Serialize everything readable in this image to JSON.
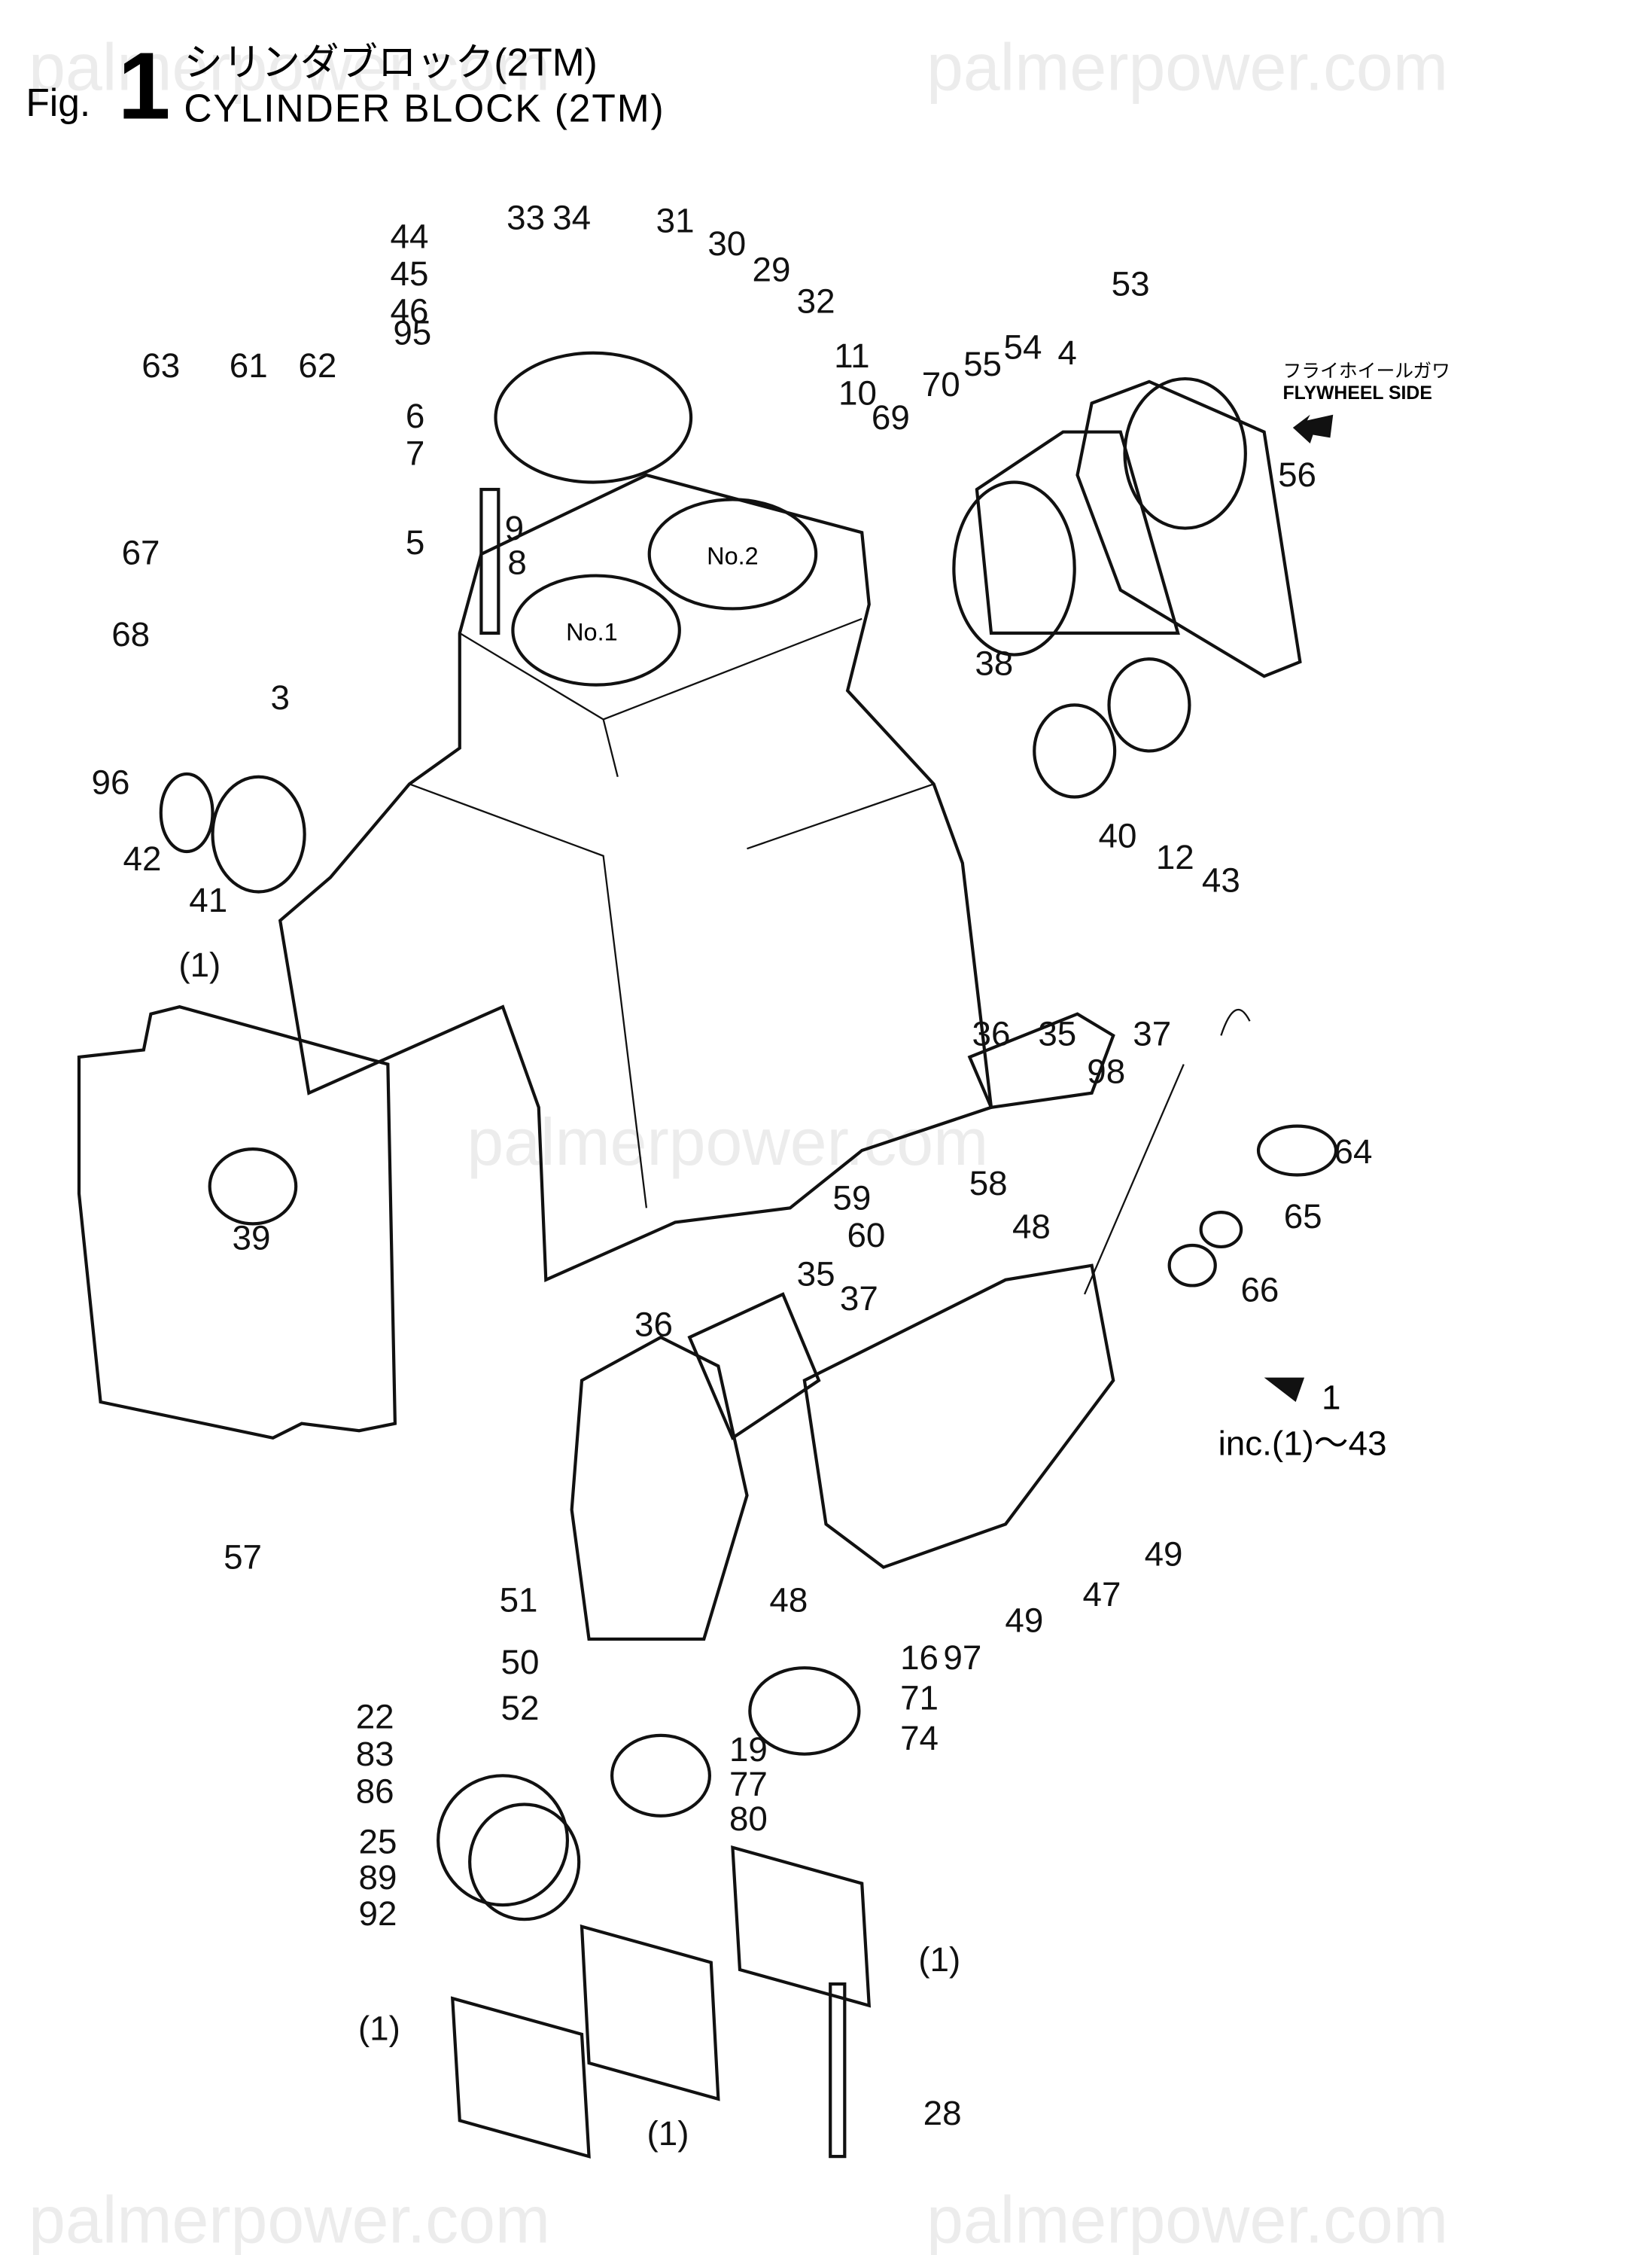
{
  "header": {
    "fig_prefix": "Fig.",
    "fig_number": "1",
    "title_jp": "シリンダブロック(2TM)",
    "title_en": "CYLINDER BLOCK (2TM)"
  },
  "watermark": "palmerpower.com",
  "flywheel_note": {
    "jp": "フライホイールガワ",
    "en": "FLYWHEEL SIDE",
    "icon": "arrow-icon"
  },
  "assembly_note": {
    "marker": "1",
    "includes": "inc.(1)～43",
    "icon": "triangle-down-icon"
  },
  "cylinder_labels": [
    "No.1",
    "No.2"
  ],
  "part_labels": [
    "44",
    "45",
    "46",
    "33",
    "34",
    "31",
    "30",
    "29",
    "32",
    "11",
    "10",
    "69",
    "70",
    "55",
    "54",
    "4",
    "53",
    "63",
    "61",
    "62",
    "95",
    "6",
    "7",
    "5",
    "9",
    "8",
    "67",
    "68",
    "96",
    "3",
    "42",
    "41",
    "(1)",
    "56",
    "38",
    "40",
    "12",
    "43",
    "36",
    "35",
    "37",
    "98",
    "64",
    "65",
    "66",
    "39",
    "59",
    "60",
    "58",
    "48",
    "35",
    "37",
    "36",
    "49",
    "47",
    "49",
    "57",
    "51",
    "48",
    "16",
    "97",
    "50",
    "52",
    "71",
    "74",
    "22",
    "83",
    "86",
    "19",
    "77",
    "80",
    "25",
    "89",
    "92",
    "(1)",
    "(1)",
    "28",
    "(1)"
  ]
}
